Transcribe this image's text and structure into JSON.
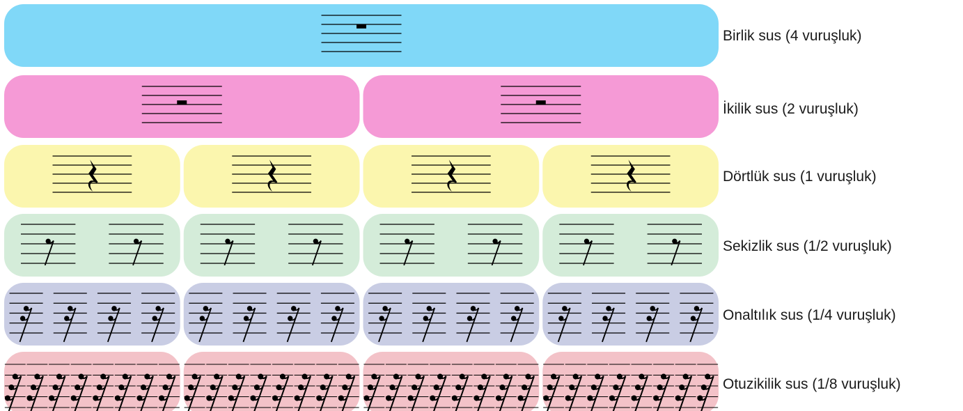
{
  "rows": [
    {
      "label": "Birlik sus (4 vuruşluk)",
      "rest": "whole-rest",
      "panels": 1,
      "rests_per_panel": 1,
      "color": "#80d8f8"
    },
    {
      "label": "İkilik sus (2 vuruşluk)",
      "rest": "half-rest",
      "panels": 2,
      "rests_per_panel": 1,
      "color": "#f59ad6"
    },
    {
      "label": "Dörtlük sus (1 vuruşluk)",
      "rest": "quarter-rest",
      "panels": 4,
      "rests_per_panel": 1,
      "color": "#fbf6ae"
    },
    {
      "label": "Sekizlik sus (1/2 vuruşluk)",
      "rest": "eighth-rest",
      "panels": 4,
      "rests_per_panel": 2,
      "color": "#d4ecd9"
    },
    {
      "label": "Onaltılık sus (1/4 vuruşluk)",
      "rest": "sixteenth-rest",
      "panels": 4,
      "rests_per_panel": 4,
      "color": "#c9cde4"
    },
    {
      "label": "Otuzikilik sus (1/8 vuruşluk)",
      "rest": "thirty-second-rest",
      "panels": 4,
      "rests_per_panel": 8,
      "color": "#f3c2c8"
    }
  ]
}
